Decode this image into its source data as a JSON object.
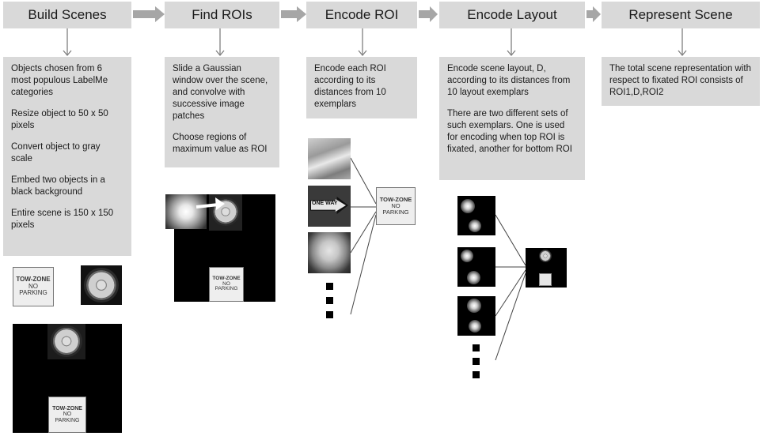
{
  "stages": [
    {
      "title": "Build Scenes",
      "text": [
        "Objects chosen from 6 most populous LabelMe categories",
        "Resize object to 50 x 50 pixels",
        "Convert object to gray scale",
        "Embed two objects in a black background",
        "Entire scene is 150 x 150 pixels"
      ]
    },
    {
      "title": "Find ROIs",
      "text": [
        "Slide a Gaussian window over the scene, and convolve with successive image patches",
        "Choose regions of maximum value as ROI"
      ]
    },
    {
      "title": "Encode ROI",
      "text": [
        "Encode each ROI according to its distances from 10 exemplars"
      ]
    },
    {
      "title": "Encode Layout",
      "text": [
        "Encode scene layout, D, according to its distances from 10 layout exemplars",
        "There are two different sets of such exemplars. One is used for encoding when top ROI is fixated, another for bottom ROI"
      ]
    },
    {
      "title": "Represent Scene",
      "text": [
        "The total scene representation with respect to fixated ROI consists of ROI1,D,ROI2"
      ]
    }
  ],
  "images": {
    "sign_line1": "TOW-ZONE",
    "sign_line2": "NO",
    "sign_line3": "PARKING",
    "oneway_sign": "ONE WAY"
  },
  "colors": {
    "box": "#d9d9d9",
    "arrow": "#a6a6a6",
    "line": "#7f7f7f"
  }
}
